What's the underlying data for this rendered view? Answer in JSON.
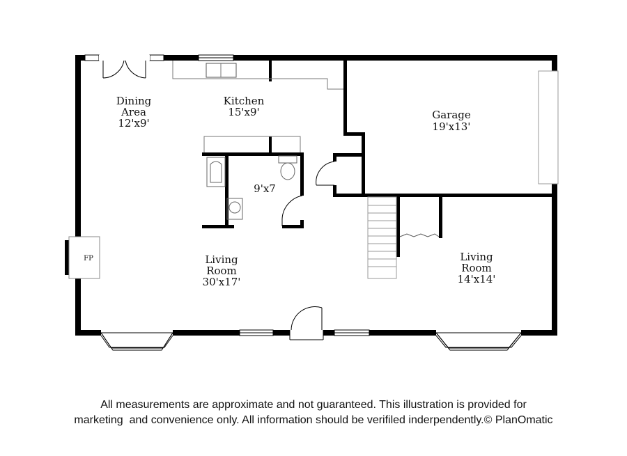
{
  "rooms": {
    "dining": {
      "name_line1": "Dining",
      "name_line2": "Area",
      "size": "12'x9'"
    },
    "kitchen": {
      "name": "Kitchen",
      "size": "15'x9'"
    },
    "garage": {
      "name": "Garage",
      "size": "19'x13'"
    },
    "bath": {
      "size": "9'x7"
    },
    "living_main": {
      "name_line1": "Living",
      "name_line2": "Room",
      "size": "30'x17'"
    },
    "living_side": {
      "name_line1": "Living",
      "name_line2": "Room",
      "size": "14'x14'"
    },
    "fireplace": {
      "label": "FP"
    }
  },
  "disclaimer": {
    "line1": "All measurements are approximate and not guaranteed. This illustration is provided for",
    "line2": "marketing  and convenience only. All information should be verifiled inderpendently.© PlanOmatic"
  }
}
